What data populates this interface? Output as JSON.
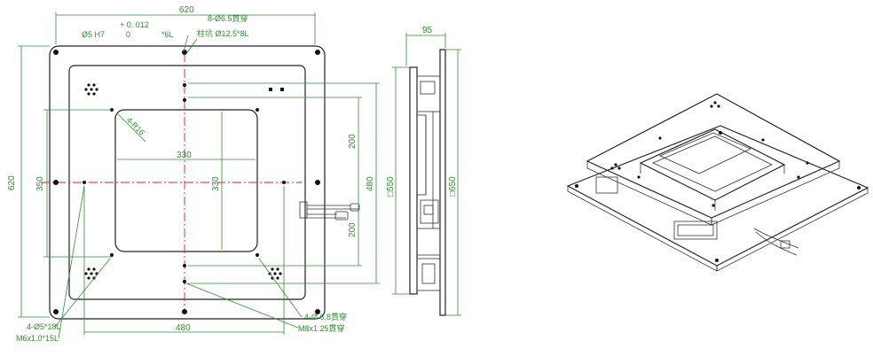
{
  "front_view": {
    "dims": {
      "overall_width": "620",
      "overall_height": "620",
      "hole_span_v": "350",
      "window_w": "330",
      "window_h": "330",
      "half_up": "200",
      "half_down": "200",
      "mount_span_v": "480",
      "mount_span_h": "480"
    },
    "tolerance_top": "+ 0. 012",
    "bore_note": "Ø5 H7",
    "bore_tol_zero": "0",
    "bore_depth": "*6L",
    "thru_note": "8-Ø6.5貫穿",
    "counterbore_note": "柱坑 Ø12.5*8L",
    "radius_note": "4-R16",
    "pin_note": "4-Ø5*18L",
    "tap_note": "M6x1.0*15L",
    "hole_thru_note": "4-Ø 6.8貫穿",
    "tap_thru_note": "M8x1.25貫穿"
  },
  "side_view": {
    "depth": "95",
    "inner_size": "□550",
    "outer_size": "□650"
  },
  "iso_view": {},
  "colors": {
    "dimension": "#2f8f2f",
    "centerline": "#dd2222",
    "outline": "#222222"
  }
}
